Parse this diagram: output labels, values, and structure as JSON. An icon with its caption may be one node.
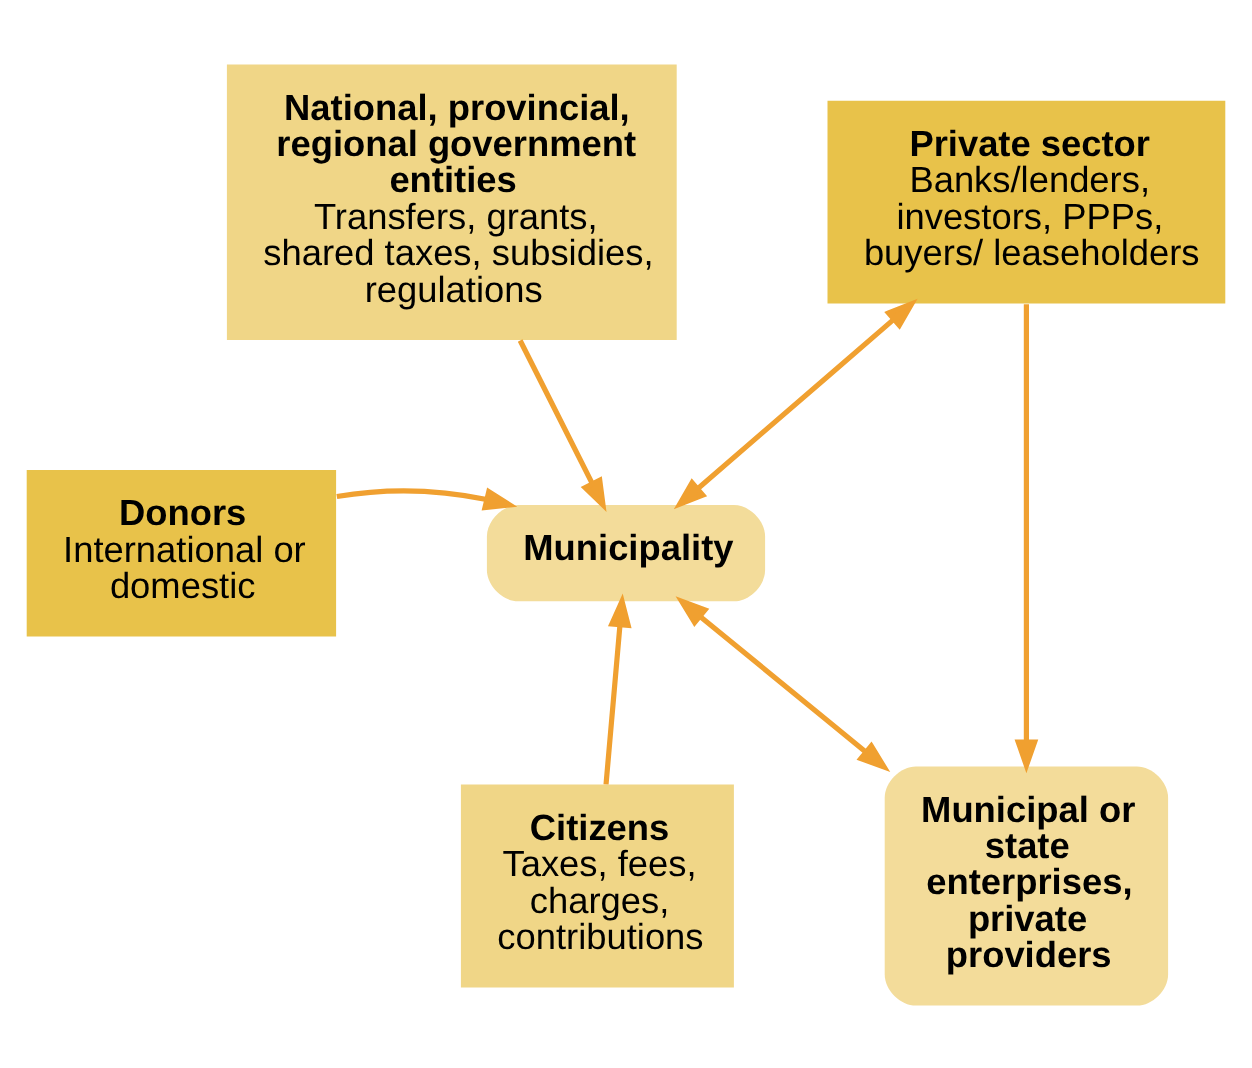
{
  "diagram": {
    "nodes": [
      {
        "text": [
          "National, provincial, regional government entities",
          "Transfers, grants, shared taxes, subsidies, regulations"
        ]
      },
      {
        "text": [
          "Private sector",
          "Banks/lenders, investors, PPPs, buyers/ leaseholders"
        ]
      },
      {
        "text": [
          "Donors",
          "International or domestic"
        ]
      },
      {
        "text": [
          "Municipality"
        ]
      },
      {
        "text": [
          "Citizens",
          "Taxes, fees, charges, contributions"
        ]
      },
      {
        "text": [
          "Municipal or state enterprises, private providers"
        ]
      }
    ],
    "edges": [
      {
        "from": 0,
        "to": 3,
        "arrow": "to"
      },
      {
        "from": 2,
        "to": 3,
        "arrow": "to"
      },
      {
        "from": 4,
        "to": 3,
        "arrow": "to"
      },
      {
        "from": 3,
        "to": 1,
        "arrow": "both"
      },
      {
        "from": 3,
        "to": 5,
        "arrow": "both"
      },
      {
        "from": 1,
        "to": 5,
        "arrow": "to"
      }
    ]
  }
}
